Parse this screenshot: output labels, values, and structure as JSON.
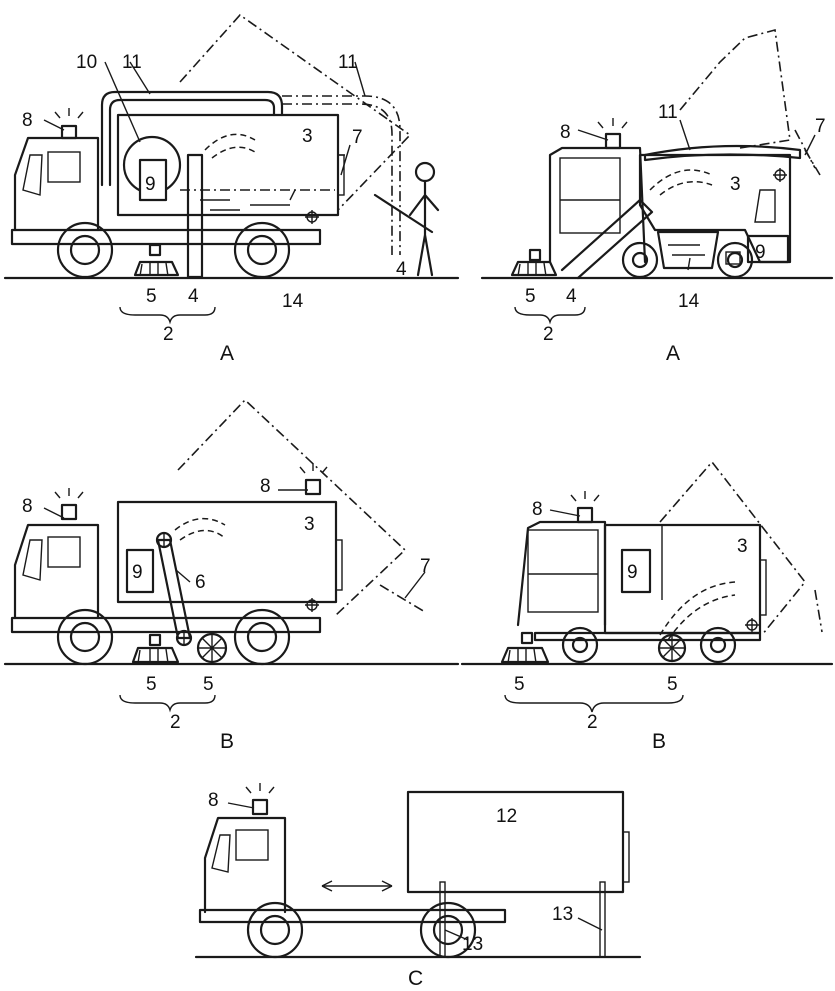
{
  "panels": {
    "a1": {
      "caption": "A",
      "labels": {
        "n10": "10",
        "n11a": "11",
        "n11b": "11",
        "n8": "8",
        "n3": "3",
        "n7": "7",
        "n9": "9",
        "n14": "14",
        "n4a": "4",
        "n5": "5",
        "n4b": "4",
        "n2": "2"
      }
    },
    "a2": {
      "caption": "A",
      "labels": {
        "n8": "8",
        "n11": "11",
        "n7": "7",
        "n3": "3",
        "n9": "9",
        "n14": "14",
        "n5": "5",
        "n4": "4",
        "n2": "2"
      }
    },
    "b1": {
      "caption": "B",
      "labels": {
        "n8a": "8",
        "n8b": "8",
        "n3": "3",
        "n9": "9",
        "n6": "6",
        "n7": "7",
        "n5a": "5",
        "n5b": "5",
        "n2": "2"
      }
    },
    "b2": {
      "caption": "B",
      "labels": {
        "n8": "8",
        "n3": "3",
        "n9": "9",
        "n5a": "5",
        "n5b": "5",
        "n2": "2"
      }
    },
    "c": {
      "caption": "C",
      "labels": {
        "n8": "8",
        "n12": "12",
        "n13a": "13",
        "n13b": "13"
      }
    }
  }
}
